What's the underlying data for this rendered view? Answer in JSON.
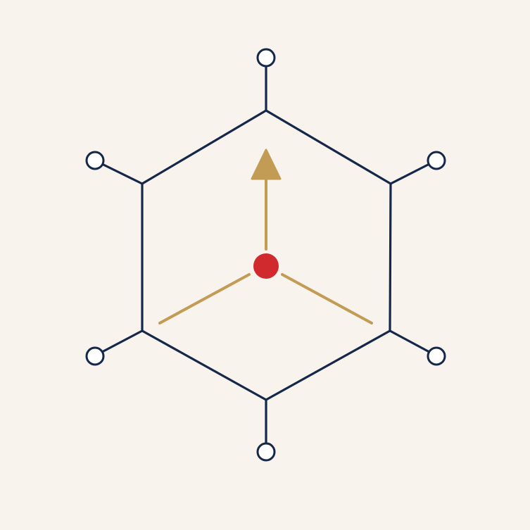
{
  "colors": {
    "background": "#f8f3ec",
    "hexagon_stroke": "#15284a",
    "node_fill": "#ffffff",
    "arrow": "#c29b55",
    "center_dot": "#d02a2f"
  },
  "diagram": {
    "shape": "hexagon",
    "node_count": 6,
    "center_marker": "red-dot",
    "spoke_count": 3,
    "arrow_direction": "up"
  }
}
